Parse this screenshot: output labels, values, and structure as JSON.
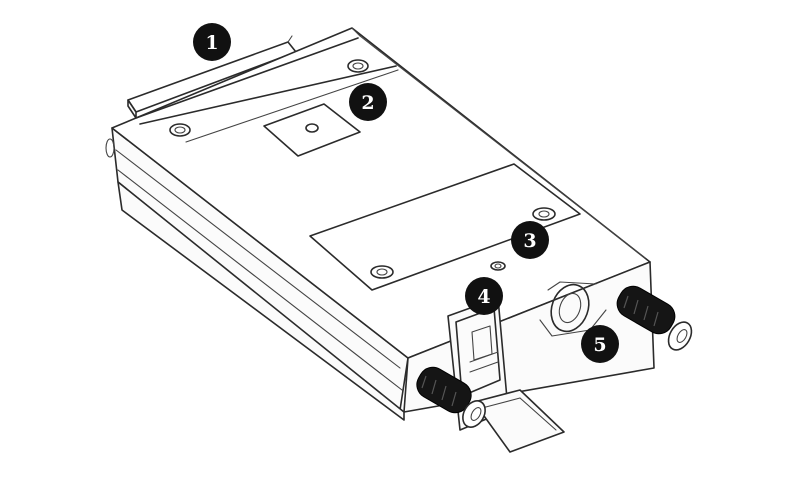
{
  "callouts": [
    {
      "label": "1"
    },
    {
      "label": "2"
    },
    {
      "label": "3"
    },
    {
      "label": "4"
    },
    {
      "label": "5"
    }
  ],
  "colors": {
    "line": "#2b2b2b",
    "callout_fill": "#111111",
    "callout_text": "#ffffff",
    "background": "#ffffff"
  }
}
